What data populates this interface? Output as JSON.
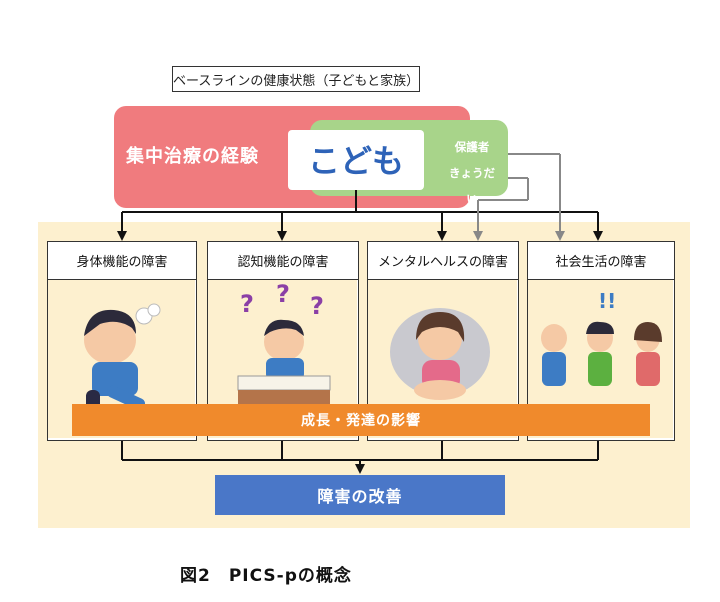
{
  "baseline": "ベースラインの健康状態（子どもと家族）",
  "icu_experience": "集中治療の経験",
  "child": "こども",
  "family": [
    "保護者",
    "きょうだい"
  ],
  "domains": [
    "身体機能の障害",
    "認知機能の障害",
    "メンタルヘルスの障害",
    "社会生活の障害"
  ],
  "growth_influence": "成長・発達の影響",
  "improvement": "障害の改善",
  "caption": "図2　PICS-pの概念"
}
